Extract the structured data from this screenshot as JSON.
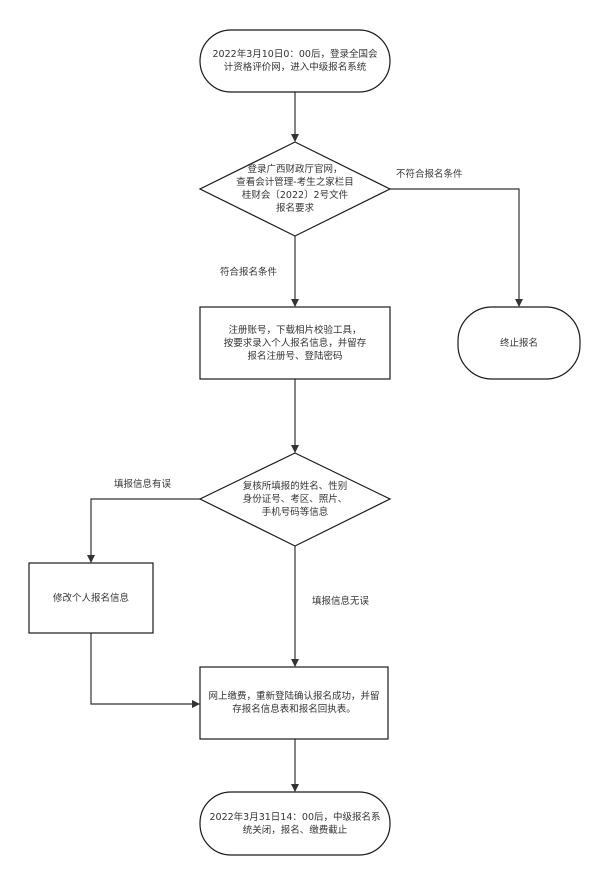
{
  "diagram": {
    "type": "flowchart",
    "nodes": {
      "start": {
        "shape": "terminator",
        "text": "2022年3月10日0：00后，登录全国会\n计资格评价网，进入中级报名系统"
      },
      "check_requirements": {
        "shape": "decision",
        "text": "登录广西财政厅官网，\n查看会计管理-考生之家栏目\n桂财会〔2022〕2号文件\n报名要求"
      },
      "terminate": {
        "shape": "terminator",
        "text": "终止报名"
      },
      "register": {
        "shape": "process",
        "text": "注册账号，下载相片校验工具，\n按要求录入个人报名信息，并留存\n报名注册号、登陆密码"
      },
      "review_info": {
        "shape": "decision",
        "text": "复核所填报的姓名、性别\n身份证号、考区、照片、\n手机号码等信息"
      },
      "modify_info": {
        "shape": "process",
        "text": "修改个人报名信息"
      },
      "payment": {
        "shape": "process",
        "text": "网上缴费，重新登陆确认报名成功，并留\n存报名信息表和报名回执表。"
      },
      "end": {
        "shape": "terminator",
        "text": "2022年3月31日14：00后，中级报名系\n统关闭，报名、缴费截止"
      }
    },
    "edges": [
      {
        "from": "start",
        "to": "check_requirements",
        "label": ""
      },
      {
        "from": "check_requirements",
        "to": "terminate",
        "label": "不符合报名条件"
      },
      {
        "from": "check_requirements",
        "to": "register",
        "label": "符合报名条件"
      },
      {
        "from": "register",
        "to": "review_info",
        "label": ""
      },
      {
        "from": "review_info",
        "to": "modify_info",
        "label": "填报信息有误"
      },
      {
        "from": "review_info",
        "to": "payment",
        "label": "填报信息无误"
      },
      {
        "from": "modify_info",
        "to": "payment",
        "label": ""
      },
      {
        "from": "payment",
        "to": "end",
        "label": ""
      }
    ]
  }
}
